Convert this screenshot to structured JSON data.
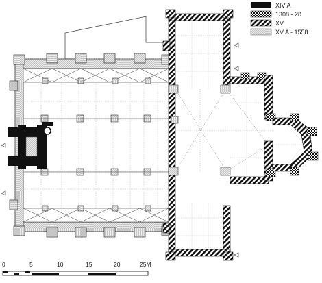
{
  "legend": [
    {
      "label": "XIV A",
      "fill": "solid-black"
    },
    {
      "label": "1308 - 28",
      "fill": "checkered"
    },
    {
      "label": "XV",
      "fill": "diagonal-hatch"
    },
    {
      "label": "XV A - 1558",
      "fill": "light-stipple"
    }
  ],
  "scale_bar": {
    "ticks": [
      "0",
      "5",
      "10",
      "15",
      "20",
      "25M"
    ]
  },
  "colors": {
    "ink": "#1a1a1a",
    "wall_light": "#cfcfcf",
    "background": "#ffffff"
  }
}
